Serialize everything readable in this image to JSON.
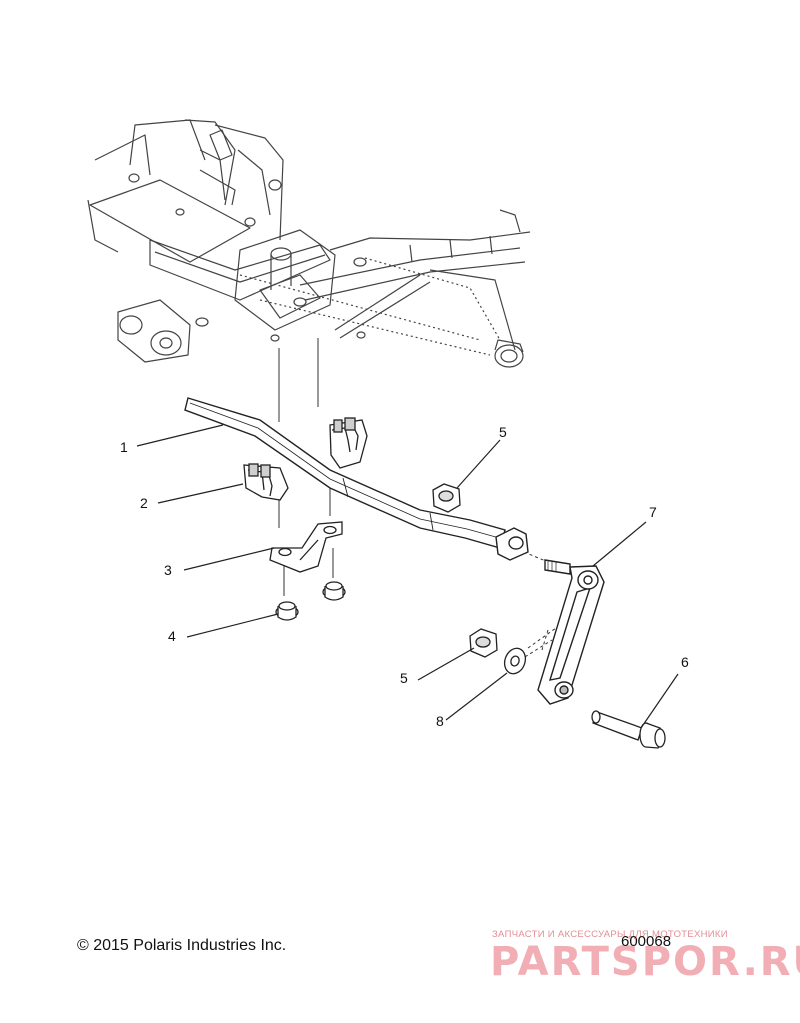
{
  "callouts": [
    {
      "id": "1",
      "label": "1"
    },
    {
      "id": "2",
      "label": "2"
    },
    {
      "id": "3",
      "label": "3"
    },
    {
      "id": "4",
      "label": "4"
    },
    {
      "id": "5a",
      "label": "5"
    },
    {
      "id": "5b",
      "label": "5"
    },
    {
      "id": "6",
      "label": "6"
    },
    {
      "id": "7",
      "label": "7"
    },
    {
      "id": "8",
      "label": "8"
    }
  ],
  "footer": {
    "copyright": "© 2015 Polaris Industries Inc.",
    "figure_number": "600068"
  },
  "watermark": {
    "tagline": "ЗАПЧАСТИ И АКСЕССУАРЫ ДЛЯ МОТОТЕХНИКИ",
    "logo": "PARTSPOR.RU",
    "color": "#f1aeb4"
  }
}
